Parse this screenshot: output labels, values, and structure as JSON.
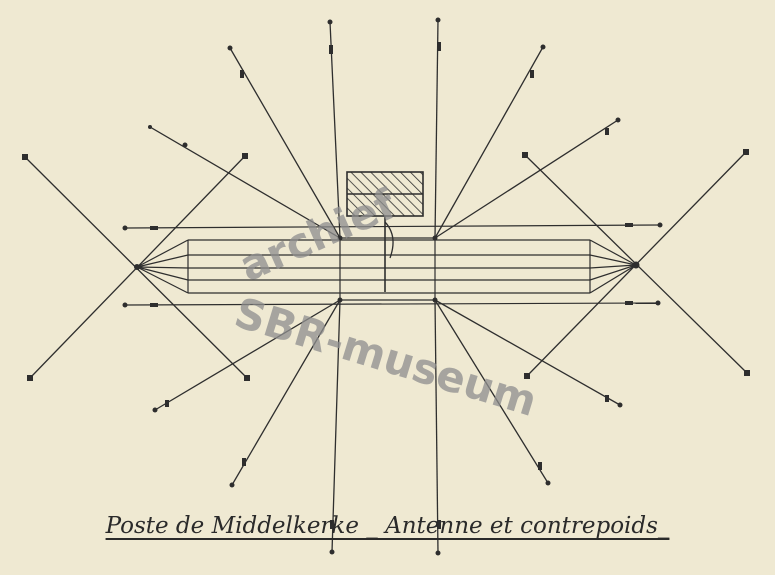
{
  "caption": "Poste de Middelkerke _ Antenne et contrepoids_",
  "watermark": {
    "line1": "archief",
    "line2": "SBR-museum"
  },
  "colors": {
    "paper": "#efe9d2",
    "ink": "#2e2e2e",
    "watermark": "#8e8e8e"
  }
}
